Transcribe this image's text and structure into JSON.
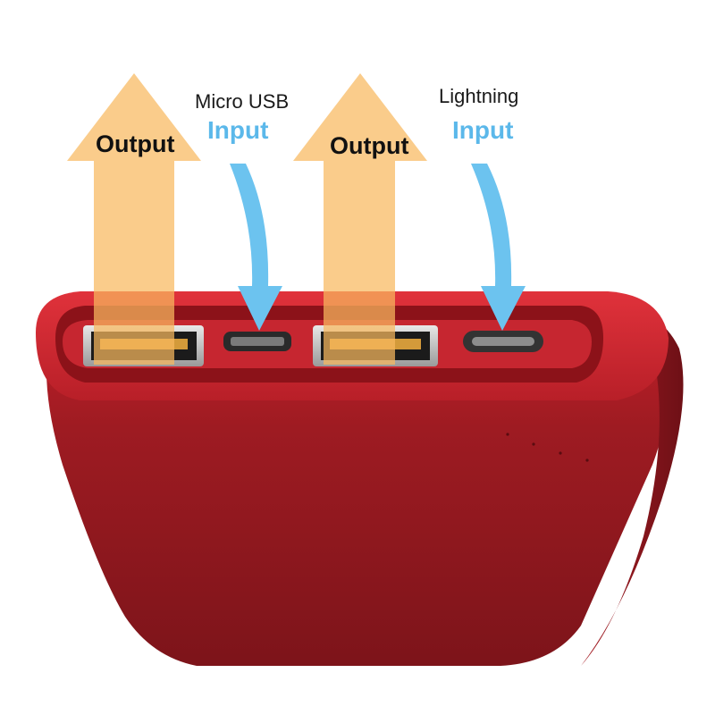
{
  "labels": {
    "output_left": "Output",
    "output_right": "Output",
    "micro_usb": "Micro USB",
    "input_left": "Input",
    "lightning": "Lightning",
    "input_right": "Input"
  },
  "colors": {
    "body": "#9e1b22",
    "output_arrow": "#f8b95e",
    "input_arrow": "#6cc3ef",
    "input_text": "#5bb8ea"
  }
}
